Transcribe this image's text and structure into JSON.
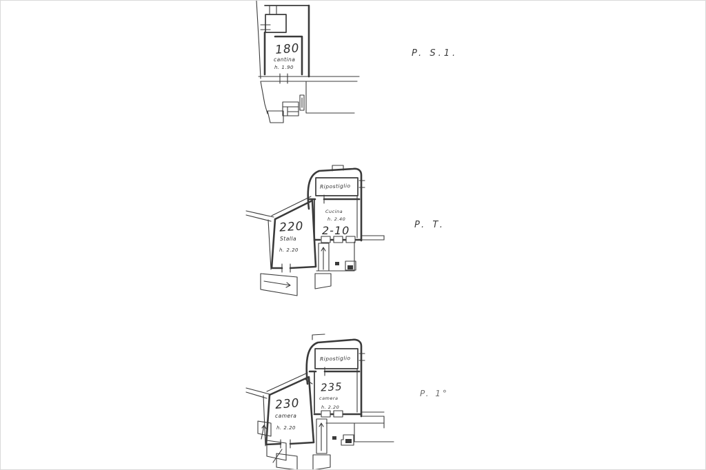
{
  "ink_color": "#3a3a3a",
  "plans": [
    {
      "id": "basement",
      "floor_label": "P. S.1.",
      "rooms": [
        {
          "number": "180",
          "name": "cantina",
          "height": "h. 1.90"
        }
      ]
    },
    {
      "id": "ground-floor",
      "floor_label": "P. T.",
      "rooms": [
        {
          "name": "Ripostiglio"
        },
        {
          "number": "220",
          "name": "Stalla",
          "height": "h. 2.20"
        },
        {
          "number": "2-10",
          "name": "Cucina",
          "height": "h. 2.40"
        }
      ]
    },
    {
      "id": "first-floor",
      "floor_label": "P. 1°",
      "rooms": [
        {
          "name": "Ripostiglio"
        },
        {
          "number": "230",
          "name": "camera",
          "height": "h. 2.20"
        },
        {
          "number": "235",
          "name": "camera",
          "height": "h. 2.20"
        }
      ]
    }
  ]
}
